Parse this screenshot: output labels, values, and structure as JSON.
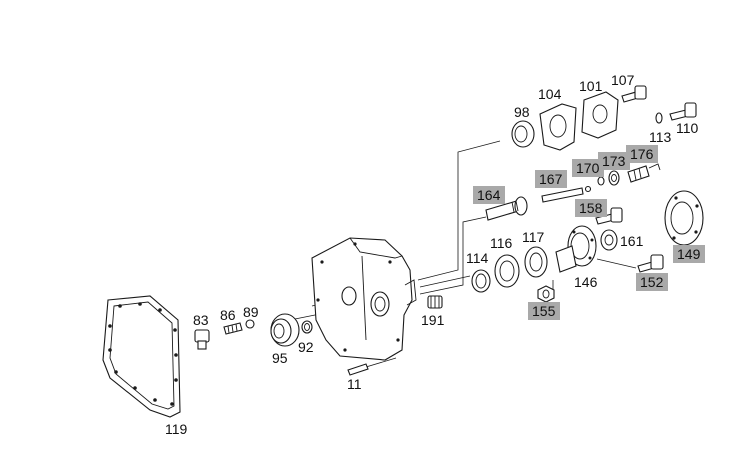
{
  "colors": {
    "highlight": "#a9a9a9",
    "line": "#1a1a1a",
    "background": "#ffffff"
  },
  "labels": {
    "p83": "83",
    "p86": "86",
    "p89": "89",
    "p95": "95",
    "p92": "92",
    "p119": "119",
    "p11": "11",
    "p191": "191",
    "p114": "114",
    "p116": "116",
    "p117": "117",
    "p164": "164",
    "p167": "167",
    "p98": "98",
    "p104": "104",
    "p101": "101",
    "p107": "107",
    "p113": "113",
    "p110": "110",
    "p170": "170",
    "p173": "173",
    "p176": "176",
    "p158": "158",
    "p161": "161",
    "p146": "146",
    "p155": "155",
    "p152": "152",
    "p149": "149"
  },
  "highlighted_parts": [
    "164",
    "167",
    "170",
    "173",
    "176",
    "158",
    "155",
    "152",
    "149"
  ]
}
